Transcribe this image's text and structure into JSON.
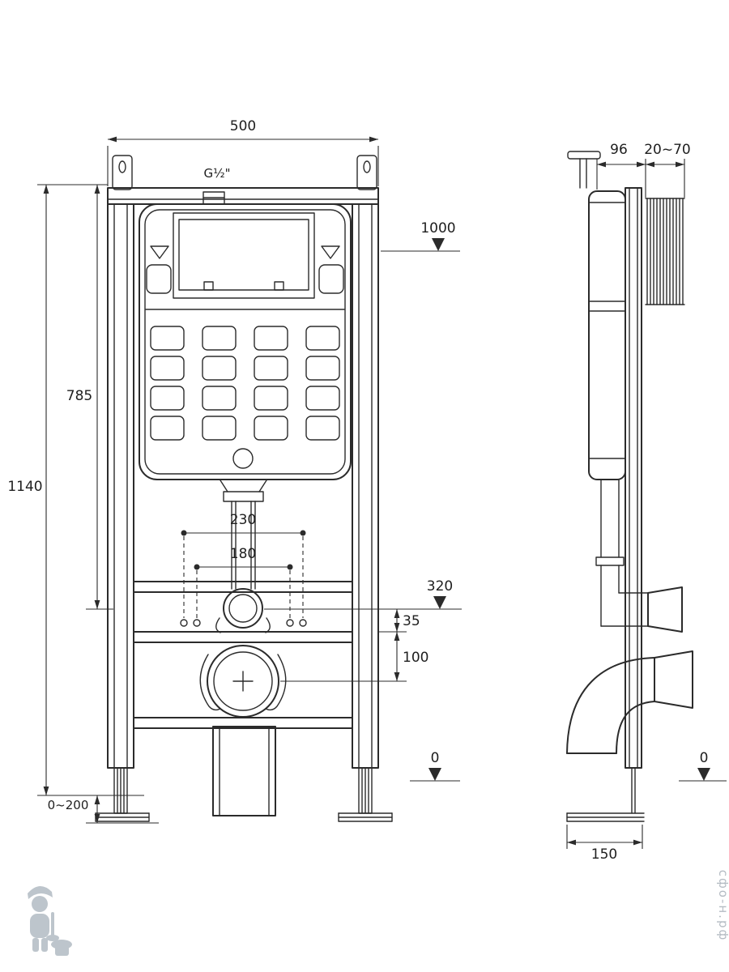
{
  "labels": {
    "front": {
      "width": "500",
      "thread": "G½\"",
      "level_1000": "1000",
      "height_785": "785",
      "height_1140": "1140",
      "bolt_span_230": "230",
      "bolt_span_180": "180",
      "level_320": "320",
      "offset_35": "35",
      "offset_100": "100",
      "foot_range": "0~200",
      "level_0": "0"
    },
    "side": {
      "depth_96": "96",
      "wall_gap": "20~70",
      "base_150": "150",
      "level_0": "0"
    },
    "watermark": "сфо-н.рф"
  }
}
